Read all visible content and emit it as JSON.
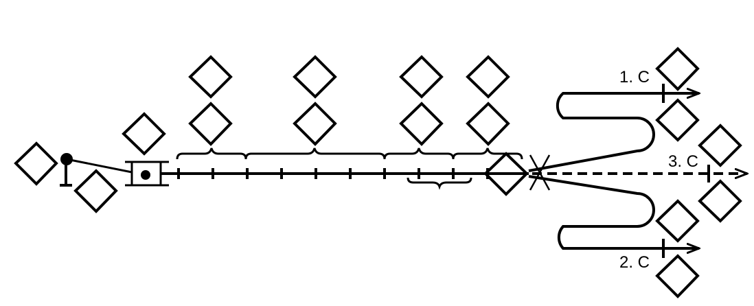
{
  "colors": {
    "stroke": "#000000",
    "fill": "#ffffff"
  },
  "outputs": [
    {
      "label": "1. C"
    },
    {
      "label": "3. C"
    },
    {
      "label": "2. C"
    }
  ]
}
